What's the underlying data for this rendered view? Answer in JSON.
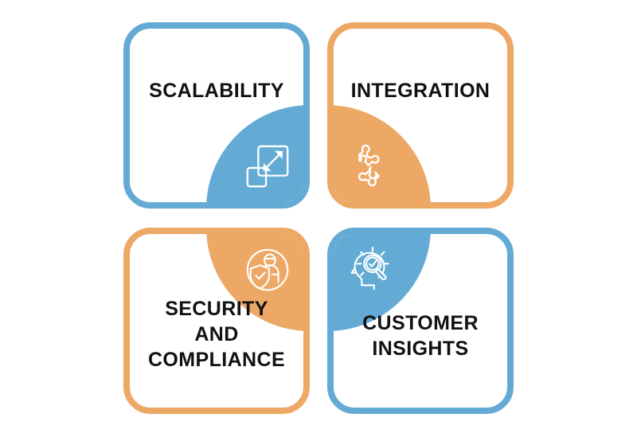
{
  "diagram": {
    "type": "four-quadrant-feature-grid",
    "background_color": "#ffffff",
    "colors": {
      "blue": "#63abd4",
      "orange": "#eda865",
      "text": "#111111",
      "card_fill": "#ffffff",
      "icon_stroke": "#ffffff"
    },
    "cards": [
      {
        "id": "scalability",
        "position": "top-left",
        "label": "SCALABILITY",
        "accent_color": "#63abd4",
        "icon_name": "resize-expand-icon",
        "wedge_corner": "bottom-right"
      },
      {
        "id": "integration",
        "position": "top-right",
        "label": "INTEGRATION",
        "accent_color": "#eda865",
        "icon_name": "puzzle-pieces-icon",
        "wedge_corner": "bottom-left"
      },
      {
        "id": "security-and-compliance",
        "position": "bottom-left",
        "label": "SECURITY\nAND\nCOMPLIANCE",
        "accent_color": "#eda865",
        "icon_name": "shield-person-check-icon",
        "wedge_corner": "top-right"
      },
      {
        "id": "customer-insights",
        "position": "bottom-right",
        "label": "CUSTOMER\nINSIGHTS",
        "accent_color": "#63abd4",
        "icon_name": "head-magnifier-check-icon",
        "wedge_corner": "top-left"
      }
    ]
  }
}
